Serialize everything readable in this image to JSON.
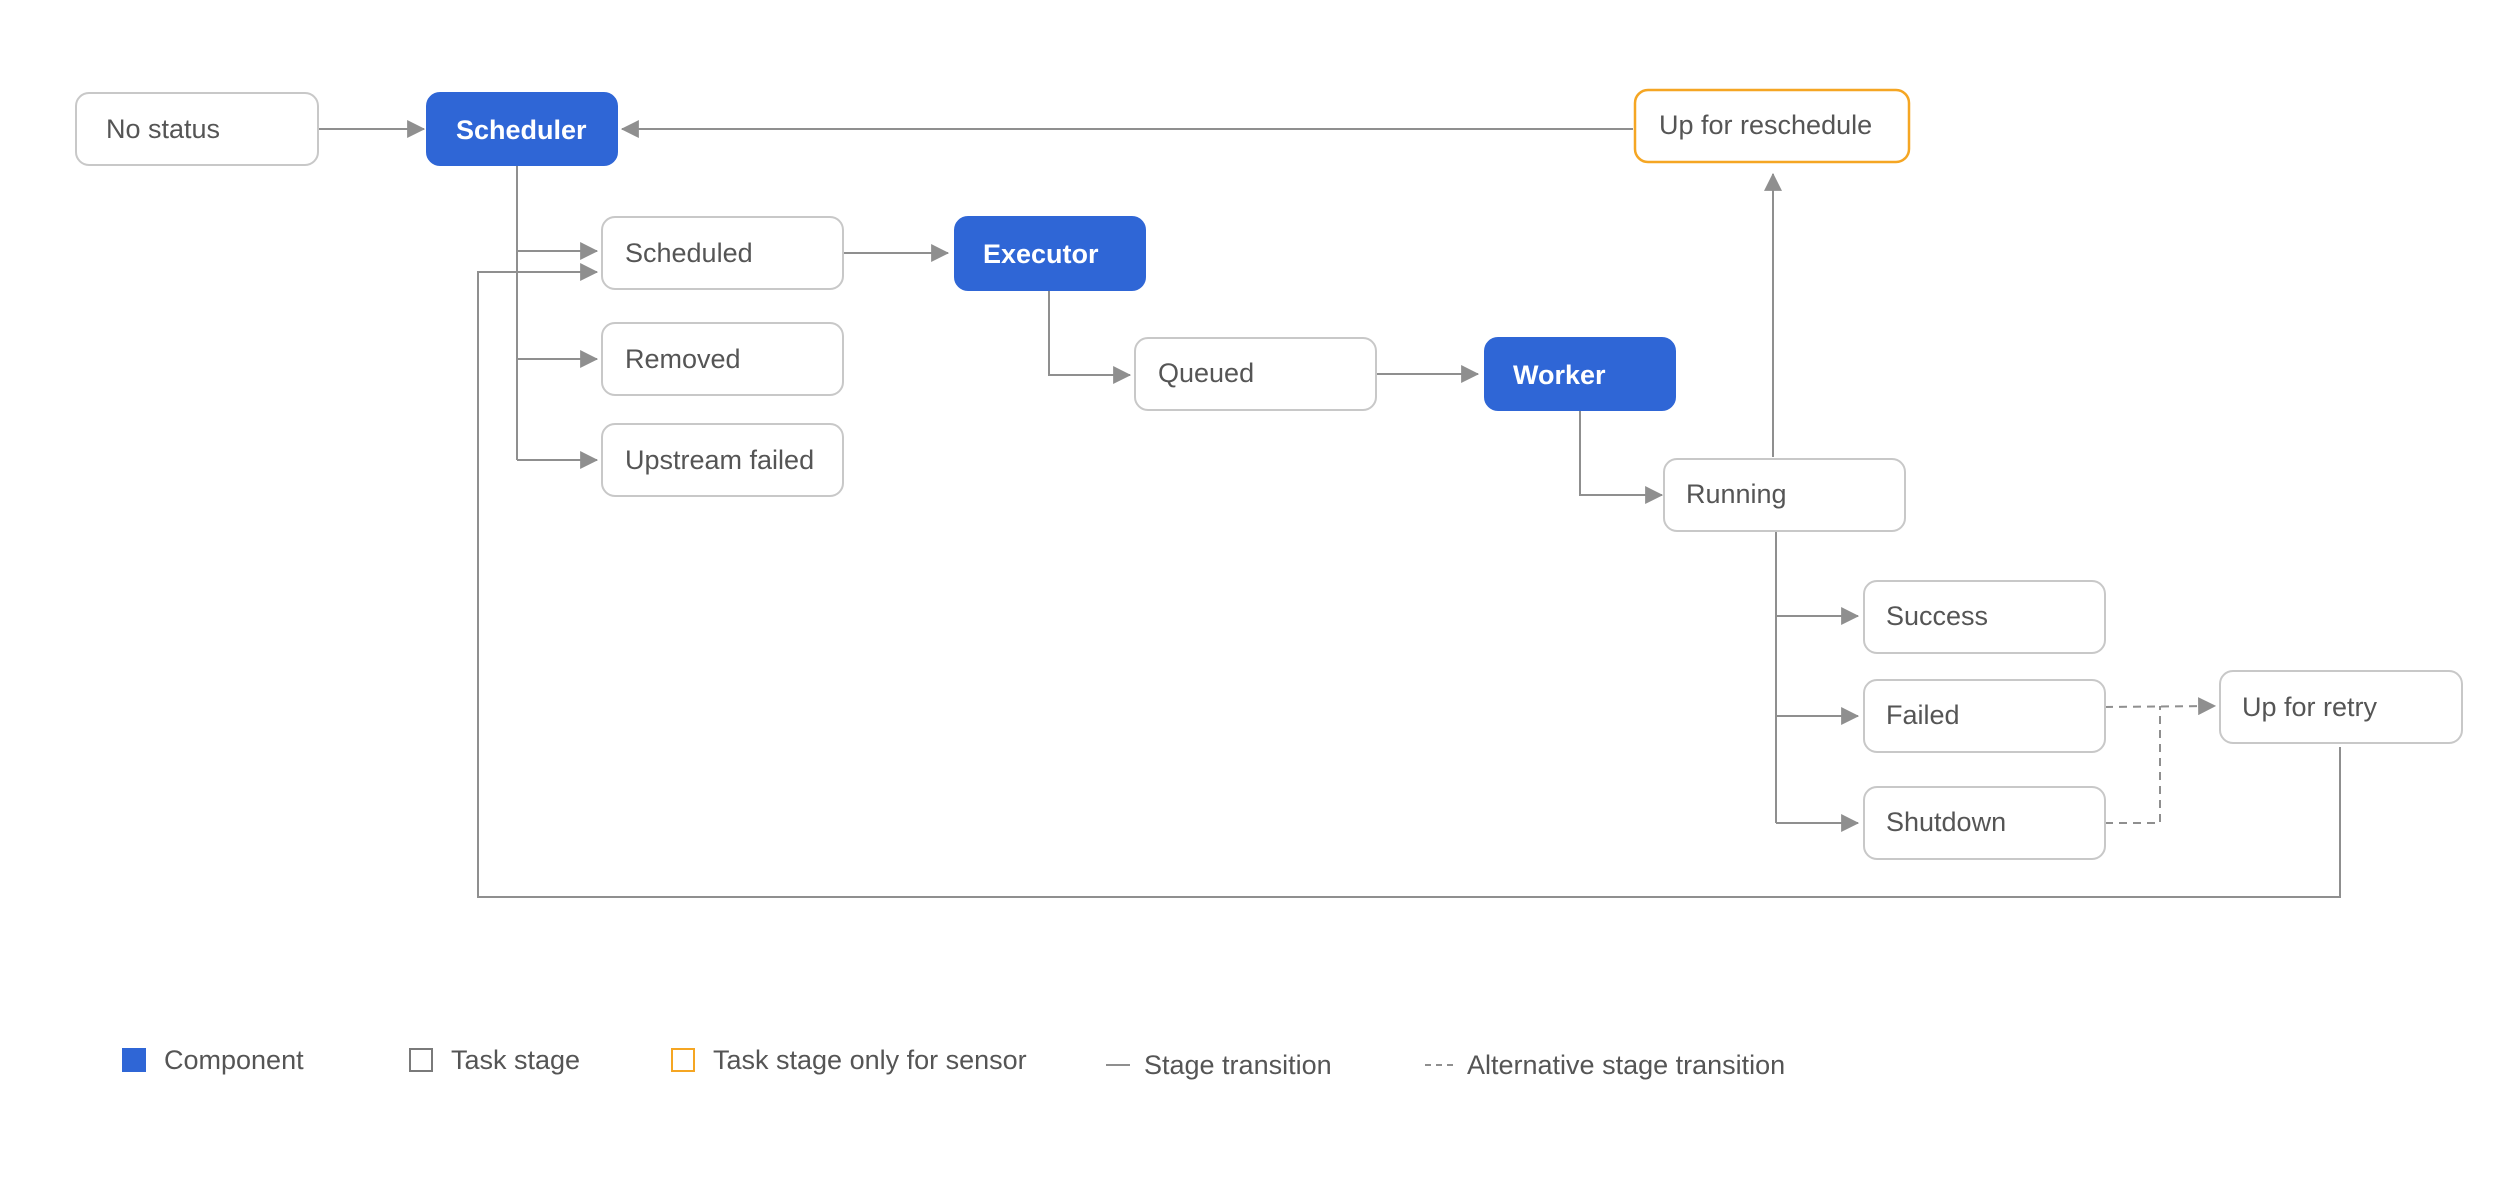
{
  "nodes": {
    "no_status": {
      "label": "No status",
      "kind": "stage"
    },
    "scheduler": {
      "label": "Scheduler",
      "kind": "component"
    },
    "up_for_reschedule": {
      "label": "Up for reschedule",
      "kind": "sensor"
    },
    "scheduled": {
      "label": "Scheduled",
      "kind": "stage"
    },
    "executor": {
      "label": "Executor",
      "kind": "component"
    },
    "removed": {
      "label": "Removed",
      "kind": "stage"
    },
    "queued": {
      "label": "Queued",
      "kind": "stage"
    },
    "worker": {
      "label": "Worker",
      "kind": "component"
    },
    "upstream_failed": {
      "label": "Upstream failed",
      "kind": "stage"
    },
    "running": {
      "label": "Running",
      "kind": "stage"
    },
    "success": {
      "label": "Success",
      "kind": "stage"
    },
    "failed": {
      "label": "Failed",
      "kind": "stage"
    },
    "up_for_retry": {
      "label": "Up for retry",
      "kind": "stage"
    },
    "shutdown": {
      "label": "Shutdown",
      "kind": "stage"
    }
  },
  "edges": [
    {
      "from": "no_status",
      "to": "scheduler",
      "style": "solid"
    },
    {
      "from": "up_for_reschedule",
      "to": "scheduler",
      "style": "solid"
    },
    {
      "from": "scheduler",
      "to": "scheduled",
      "style": "solid"
    },
    {
      "from": "scheduler",
      "to": "removed",
      "style": "solid"
    },
    {
      "from": "scheduler",
      "to": "upstream_failed",
      "style": "solid"
    },
    {
      "from": "scheduled",
      "to": "executor",
      "style": "solid"
    },
    {
      "from": "executor",
      "to": "queued",
      "style": "solid"
    },
    {
      "from": "queued",
      "to": "worker",
      "style": "solid"
    },
    {
      "from": "worker",
      "to": "running",
      "style": "solid"
    },
    {
      "from": "running",
      "to": "up_for_reschedule",
      "style": "solid"
    },
    {
      "from": "running",
      "to": "success",
      "style": "solid"
    },
    {
      "from": "running",
      "to": "failed",
      "style": "solid"
    },
    {
      "from": "running",
      "to": "shutdown",
      "style": "solid"
    },
    {
      "from": "failed",
      "to": "up_for_retry",
      "style": "dashed"
    },
    {
      "from": "shutdown",
      "to": "up_for_retry",
      "style": "dashed"
    },
    {
      "from": "up_for_retry",
      "to": "scheduled",
      "style": "solid"
    }
  ],
  "legend": {
    "component": "Component",
    "task_stage": "Task stage",
    "sensor_stage": "Task stage only for sensor",
    "transition": "Stage transition",
    "alt_transition": "Alternative stage transition"
  },
  "colors": {
    "component": "#2f66d6",
    "sensor_border": "#f5a623",
    "stage_border": "#c8c8c8",
    "edge": "#8f8f8f",
    "text": "#555555"
  }
}
